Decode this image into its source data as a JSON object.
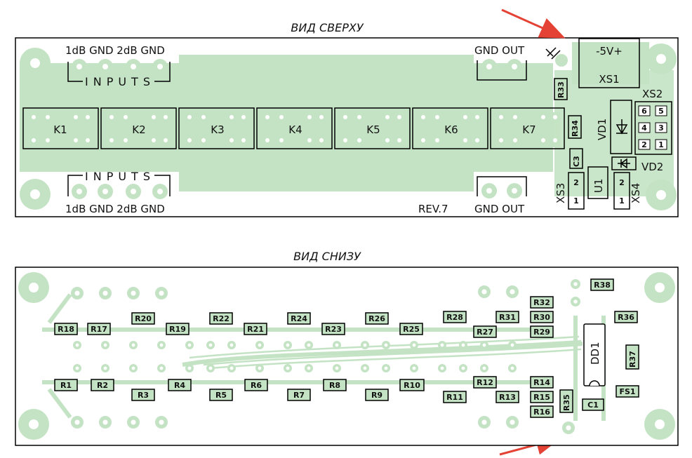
{
  "titles": {
    "top": "ВИД СВЕРХУ",
    "bottom": "ВИД СНИЗУ"
  },
  "top_view": {
    "input_labels_top": "1dB GND 2dB GND",
    "input_labels_bottom": "1dB GND 2dB GND",
    "inputs_word": "INPUTS",
    "out_top": "GND OUT",
    "out_bottom": "GND OUT",
    "relays": [
      "K1",
      "K2",
      "K3",
      "K4",
      "K5",
      "K6",
      "K7"
    ],
    "power": "-5V+",
    "xs1": "XS1",
    "xs2": "XS2",
    "xs2_pins": [
      "6",
      "5",
      "4",
      "3",
      "2",
      "1"
    ],
    "r33": "R33",
    "r34": "R34",
    "c3": "C3",
    "vd1": "VD1",
    "vd2": "VD2",
    "u1": "U1",
    "xs3": "XS3",
    "xs4": "XS4",
    "xs3_pins": [
      "2",
      "1"
    ],
    "xs4_pins": [
      "2",
      "1"
    ],
    "rev": "REV.7"
  },
  "bottom_view": {
    "upper_row": [
      "R18",
      "R17",
      "R20",
      "R19",
      "R22",
      "R21",
      "R24",
      "R23",
      "R26",
      "R25",
      "R28",
      "R27",
      "R31"
    ],
    "lower_row": [
      "R1",
      "R2",
      "R3",
      "R4",
      "R5",
      "R6",
      "R7",
      "R8",
      "R9",
      "R10",
      "R11",
      "R12",
      "R13"
    ],
    "right_stack_top": [
      "R32",
      "R30",
      "R29"
    ],
    "right_stack_bottom": [
      "R14",
      "R15",
      "R16"
    ],
    "r35": "R35",
    "r36": "R36",
    "r37": "R37",
    "r38": "R38",
    "dd1": "DD1",
    "c1": "C1",
    "fs1": "FS1"
  },
  "colors": {
    "copper": "#c4e3c4",
    "arrow": "#e34234",
    "outline": "#000000"
  }
}
